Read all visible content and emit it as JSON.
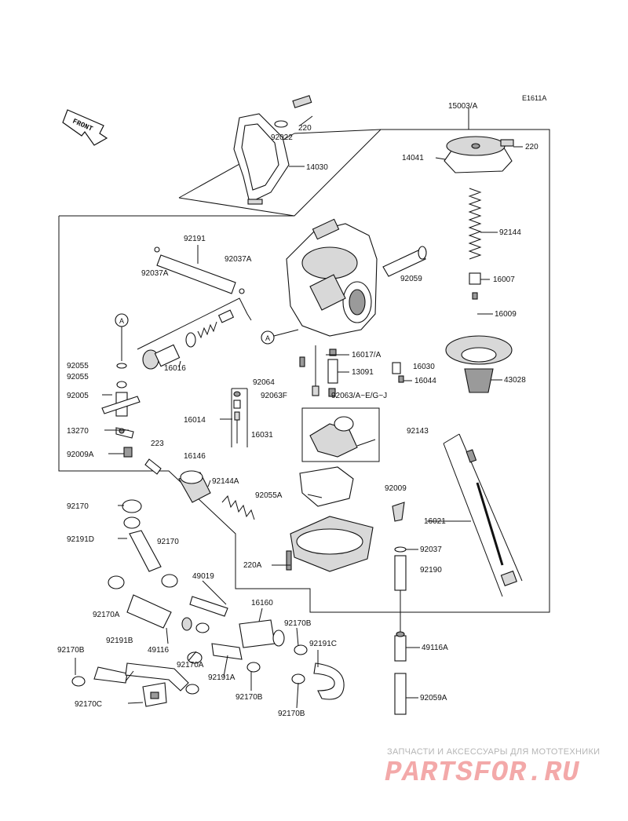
{
  "diagram_code": "E1611A",
  "front_arrow_label": "FRONT",
  "watermark": {
    "caption": "ЗАПЧАСТИ И АКСЕССУАРЫ ДЛЯ МОТОТЕХНИКИ",
    "brand": "PARTSFOR.RU"
  },
  "reference_mark": "A",
  "labels": {
    "l15003": "15003/A",
    "l220a": "220",
    "l92022": "92022",
    "l14030": "14030",
    "l220b": "220",
    "l14041": "14041",
    "l92191": "92191",
    "l92037A_r": "92037A",
    "l92037A_l": "92037A",
    "l92144": "92144",
    "l92059": "92059",
    "l16007": "16007",
    "l16009": "16009",
    "l92055a": "92055",
    "l92055b": "92055",
    "l16016": "16016",
    "l16017": "16017/A",
    "l13091": "13091",
    "l16030": "16030",
    "l92064": "92064",
    "l16044": "16044",
    "l43028": "43028",
    "l92005": "92005",
    "l92063F": "92063F",
    "l92063": "92063/A~E/G~J",
    "l16014": "16014",
    "l16031": "16031",
    "l13270": "13270",
    "l92143": "92143",
    "l223": "223",
    "l92009A": "92009A",
    "l16146": "16146",
    "l92144A": "92144A",
    "l92055A": "92055A",
    "l92009": "92009",
    "l16021": "16021",
    "l92170": "92170",
    "l92191D": "92191D",
    "l92170_2": "92170",
    "l92037": "92037",
    "l220A": "220A",
    "l92190": "92190",
    "l49019": "49019",
    "l92170A_1": "92170A",
    "l16160": "16160",
    "l92170B_1": "92170B",
    "l49116A": "49116A",
    "l92170B_2": "92170B",
    "l92191B": "92191B",
    "l49116": "49116",
    "l92191C": "92191C",
    "l92170A_2": "92170A",
    "l92191A": "92191A",
    "l92170B_3": "92170B",
    "l92059A": "92059A",
    "l92170C": "92170C",
    "l92170B_4": "92170B"
  }
}
